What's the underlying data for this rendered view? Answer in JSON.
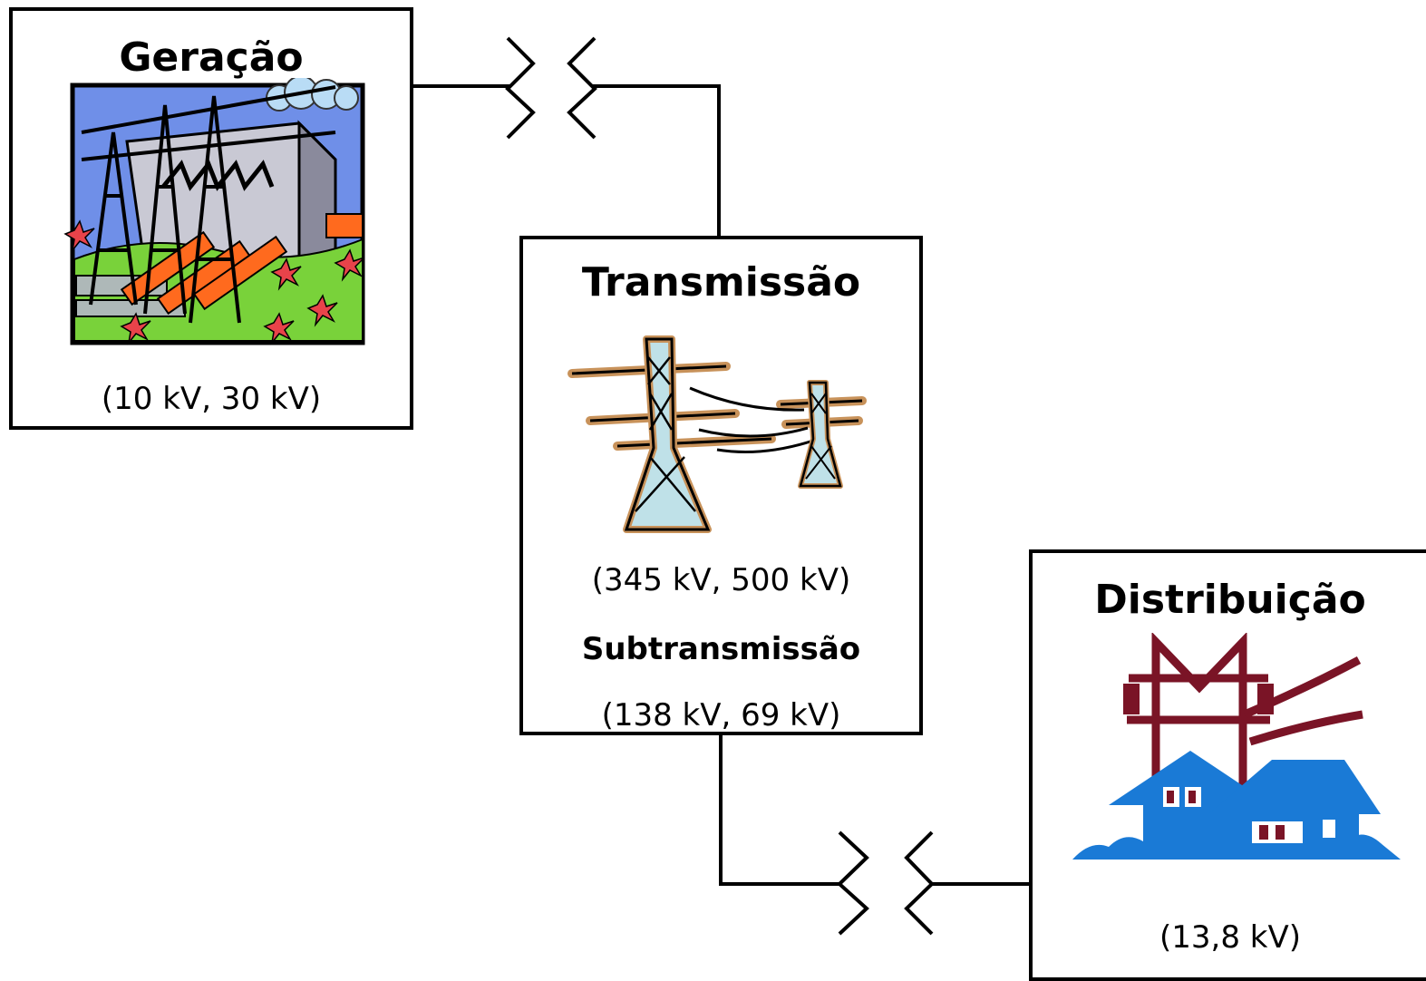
{
  "generation": {
    "title": "Geração",
    "voltage": "(10 kV, 30 kV)"
  },
  "transmission": {
    "title": "Transmissão",
    "voltage": "(345 kV, 500 kV)",
    "sub_title": "Subtransmissão",
    "sub_voltage": "(138 kV, 69 kV)"
  },
  "distribution": {
    "title": "Distribuição",
    "voltage": "(13,8 kV)"
  },
  "colors": {
    "line": "#000000",
    "sky": "#6f8fe8",
    "grass": "#79d23a",
    "pipe": "#ff6a1e",
    "tower_fill": "#bfe1e8",
    "tower_outline": "#c8925a",
    "pole": "#7a1426",
    "house": "#1a7ad6"
  }
}
